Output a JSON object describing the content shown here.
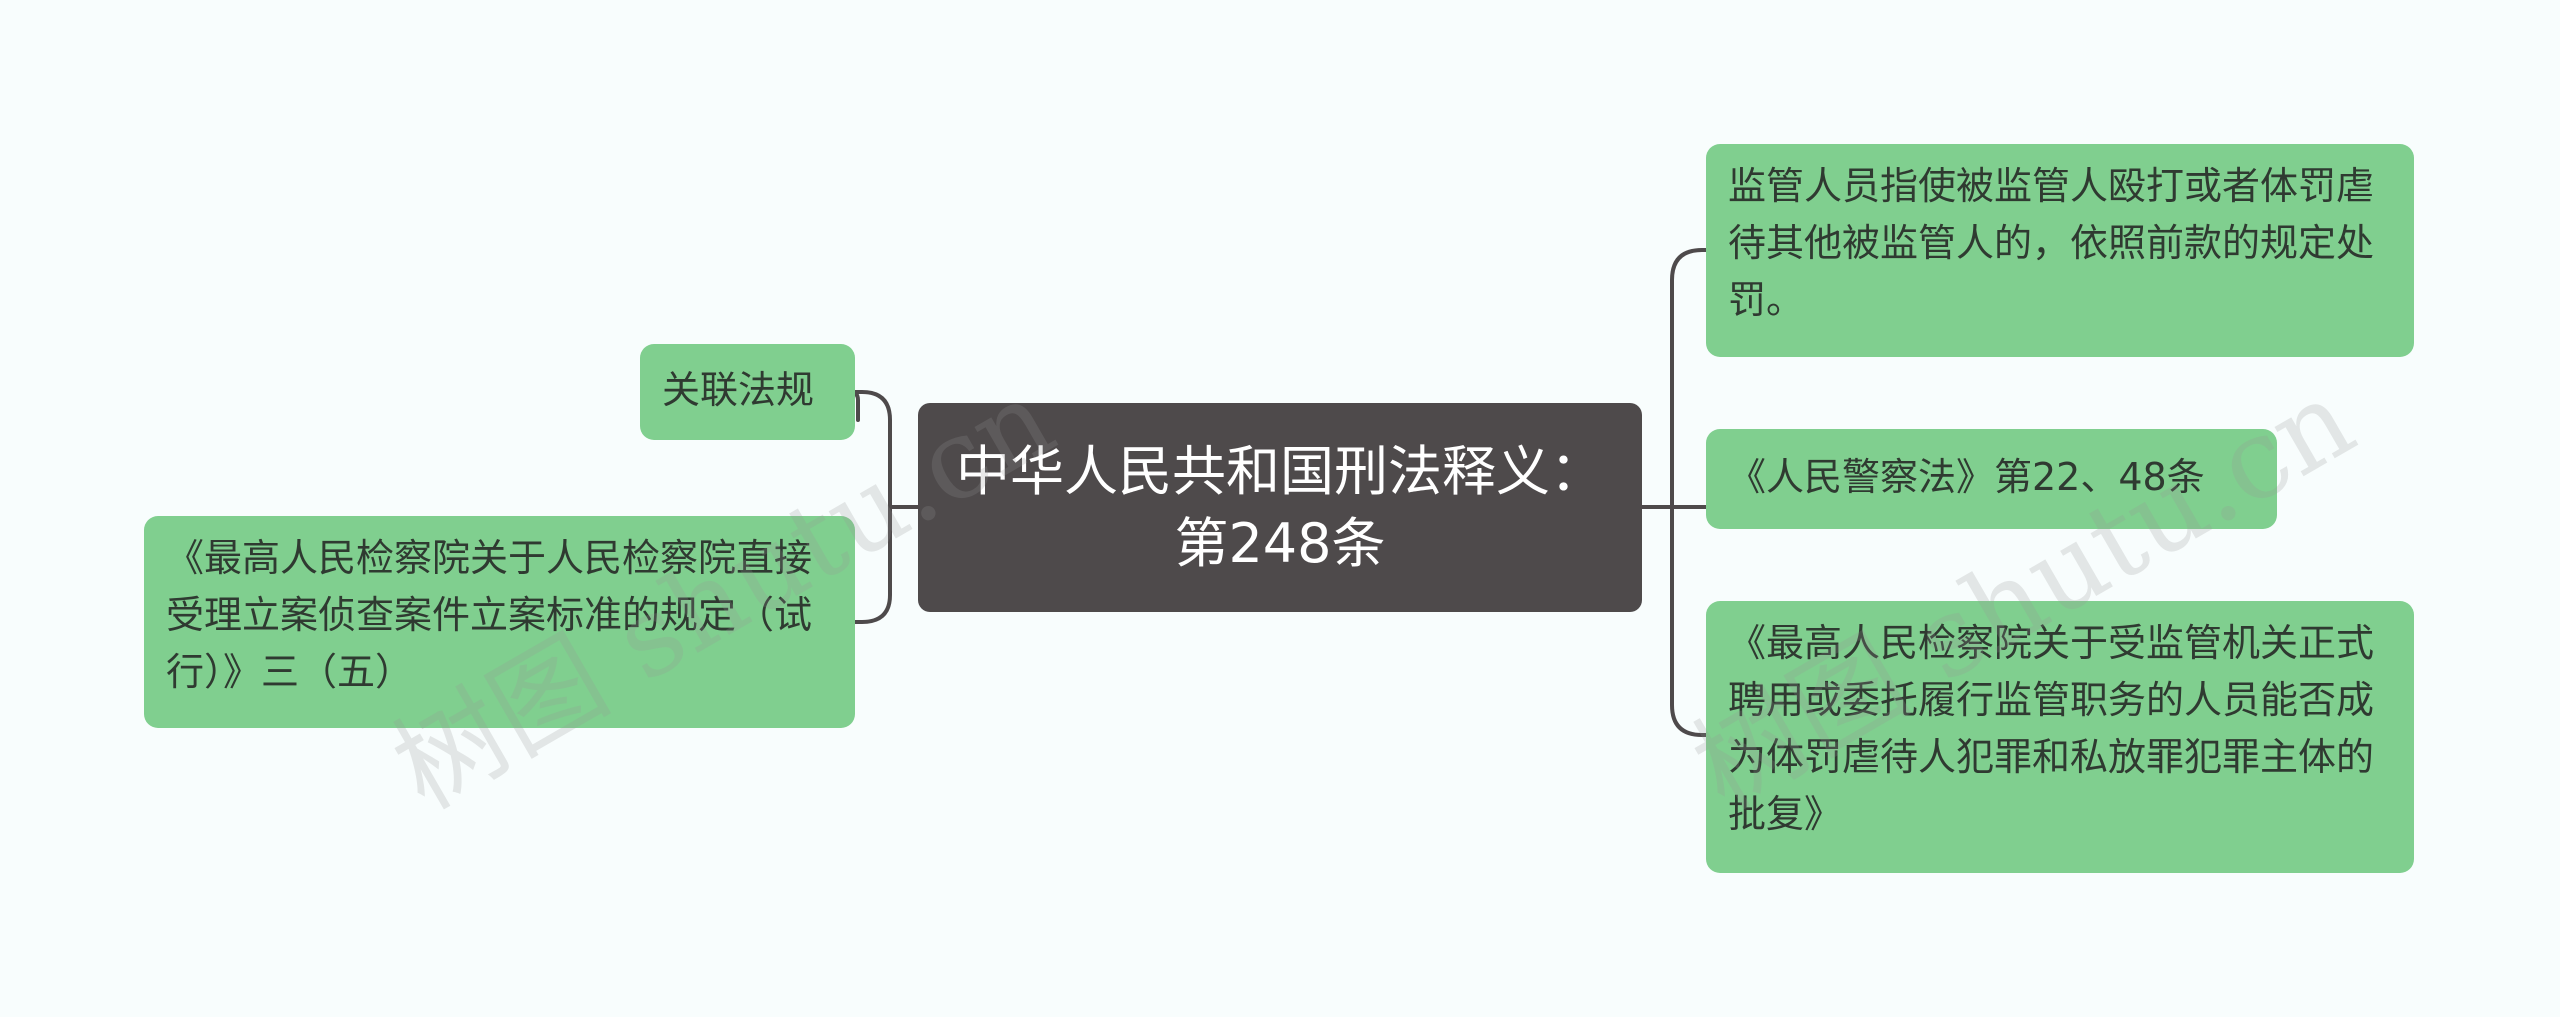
{
  "root": {
    "label": "中华人民共和国刑法释义：第248条"
  },
  "left_nodes": [
    {
      "label": "关联法规"
    },
    {
      "label": "《最高人民检察院关于人民检察院直接受理立案侦查案件立案标准的规定（试行）》三（五）"
    }
  ],
  "right_nodes": [
    {
      "label": "监管人员指使被监管人殴打或者体罚虐待其他被监管人的，依照前款的规定处罚。"
    },
    {
      "label": "《人民警察法》第22、48条"
    },
    {
      "label": "《最高人民检察院关于受监管机关正式聘用或委托履行监管职务的人员能否成为体罚虐待人犯罪和私放罪犯罪主体的批复》"
    }
  ],
  "watermarks": [
    "树图 shutu.cn",
    "树图 shutu.cn"
  ],
  "colors": {
    "background": "#f8fdfd",
    "root_fill": "#4e4a4b",
    "leaf_fill": "#80cf8f",
    "connector": "#4e4a4b"
  }
}
